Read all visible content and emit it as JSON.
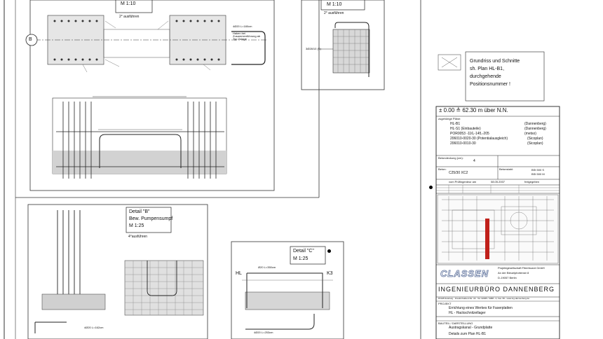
{
  "detail_top_left": {
    "scale": "M 1:10",
    "note": "2° ausführen",
    "axis_marker": "B",
    "side_label": "4Ø20 L=180cm",
    "side_note": "Haken bei Zusammenführung ab Typ Zulage"
  },
  "detail_top_right": {
    "scale": "M 1:10",
    "note": "2° ausführen",
    "bar_label": "3Ø28/10 (S)"
  },
  "detail_b": {
    "title": "Detail \"B\"",
    "subtitle": "Bew. Pumpensumpf",
    "scale": "M 1:25",
    "note": "4°ausführen",
    "bar_label": "4Ø20 L=162cm"
  },
  "detail_c": {
    "title": "Detail \"C\"",
    "scale": "M 1:25",
    "left_marker": "HL",
    "right_marker": "K3",
    "bar_top": "Ø20 L=350cm",
    "bar_bottom": "4Ø20 L=253cm"
  },
  "reference_note": {
    "line1": "Grundriss und Schnitte",
    "line2": "sh. Plan HL-B1,",
    "line3": "durchgehende",
    "line4": "Positionsnummer !"
  },
  "title_block": {
    "elevation": "± 0.00 ≙ 62.30 m über N.N.",
    "related_plans_label": "zugehörige Pläne:",
    "related_plans": [
      {
        "code": "HL-B1",
        "owner": "(Dannenberg)"
      },
      {
        "code": "HL-S1 (Einbauteile)",
        "owner": "(Dannenberg)"
      },
      {
        "code": "POR0053 -116,-145,-205",
        "owner": "(metso)"
      },
      {
        "code": "206010-0020-30 (Potentialausgleich)",
        "owner": "(Sicoplan)"
      },
      {
        "code": "206010-0010-30",
        "owner": "(Sicoplan)"
      }
    ],
    "exposure_label": "Betondeckung (cm):",
    "exposure_value": "4",
    "class_label": "Beton:",
    "concrete": "C25/30 XC2",
    "steel_label": "Betonstahl:",
    "steel_1": "BSt 500 S",
    "steel_2": "BSt 500 M",
    "checker_line": "vom Prüfingenieur am",
    "check_date": "08.05.2007",
    "approved": "freigegeben",
    "company": "CLASSEN",
    "company_address_1": "Projektgesellschaft Fiberboard GmbH",
    "company_address_2": "An der Bleuelpfortenstr 8",
    "company_address_3": "D-19057 Berlin",
    "engineer": "INGENIEURBÜRO DANNENBERG",
    "engineer_address": "87228 Duisburg · Friedrich-Ebert-Str. 30 · Tel. 02065 / 3088 - 0, Fax. 80 - www.ing-dannenberg.de",
    "project_label": "PROJEKT",
    "project_1": "Errichtung eines Werkes für Faserplatten",
    "project_2": "HL - Hackschnitzellager",
    "part_label": "BAUTEIL / DARSTELLUNG",
    "part_1": "Austragskanal - Grundplatte",
    "part_2": "Details zum Plan HL-B1"
  },
  "colors": {
    "line": "#222222",
    "fill_gray": "#cfcfcf",
    "accent_red": "#c0201a",
    "company_blue": "#5b6f9a"
  }
}
